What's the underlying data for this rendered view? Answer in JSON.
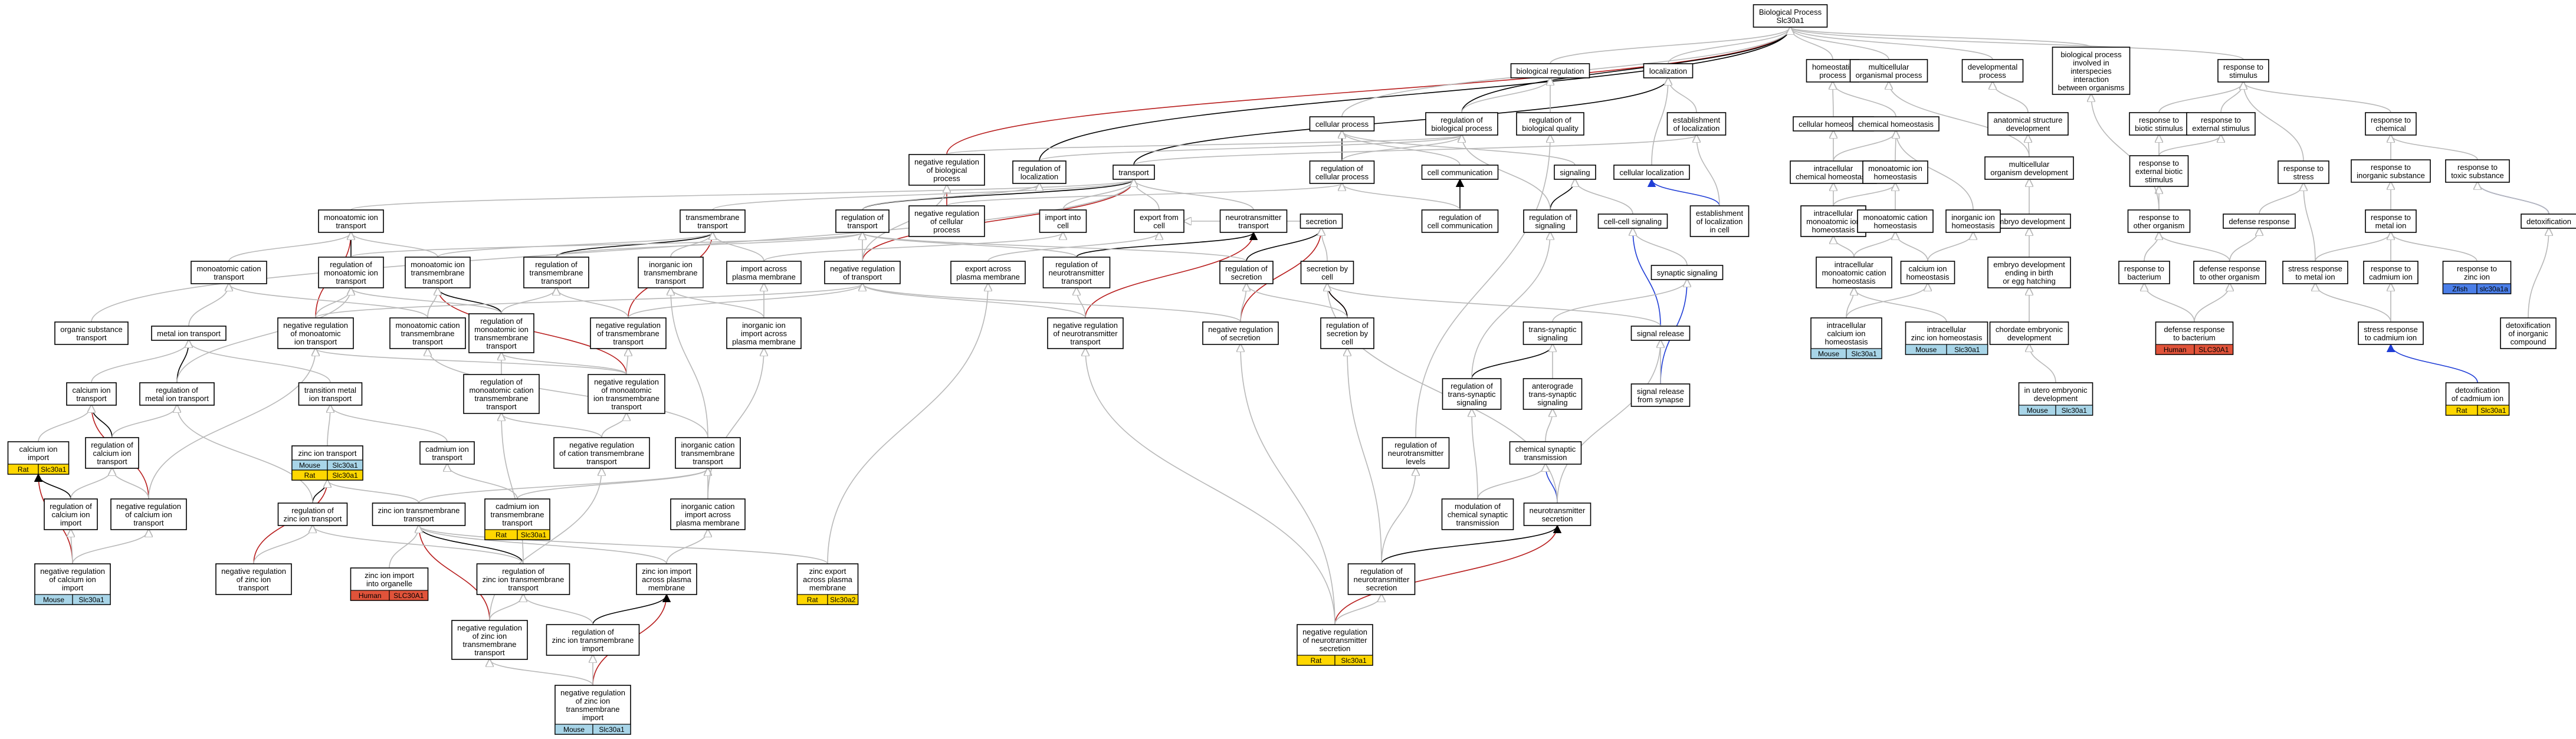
{
  "title": "Biological Process Slc30a1",
  "colors": {
    "gray": "#b8b8b8",
    "black": "#000000",
    "red": "#b71c1c",
    "blue": "#1f3dd6",
    "Rat": "#ffd700",
    "Mouse": "#a8d5e8",
    "Human": "#e0533a",
    "Zfish": "#4a7ee8"
  },
  "nodes": [
    {
      "id": "bp",
      "lines": [
        "Biological Process",
        "Slc30a1"
      ]
    },
    {
      "id": "bioreg",
      "lines": [
        "biological regulation"
      ]
    },
    {
      "id": "localization",
      "lines": [
        "localization"
      ]
    },
    {
      "id": "homeo",
      "lines": [
        "homeostatic",
        "process"
      ]
    },
    {
      "id": "multiorg",
      "lines": [
        "multicellular",
        "organismal process"
      ]
    },
    {
      "id": "devproc",
      "lines": [
        "developmental",
        "process"
      ]
    },
    {
      "id": "interspec",
      "lines": [
        "biological process",
        "involved in",
        "interspecies",
        "interaction",
        "between organisms"
      ]
    },
    {
      "id": "respstim",
      "lines": [
        "response to",
        "stimulus"
      ]
    },
    {
      "id": "cellproc",
      "lines": [
        "cellular process"
      ]
    },
    {
      "id": "regbioproc",
      "lines": [
        "regulation of",
        "biological process"
      ]
    },
    {
      "id": "regbioqual",
      "lines": [
        "regulation of",
        "biological quality"
      ]
    },
    {
      "id": "estloc",
      "lines": [
        "establishment",
        "of localization"
      ]
    },
    {
      "id": "cellhomeo",
      "lines": [
        "cellular homeostasis"
      ]
    },
    {
      "id": "chemhomeo",
      "lines": [
        "chemical homeostasis"
      ]
    },
    {
      "id": "anatdev",
      "lines": [
        "anatomical structure",
        "development"
      ]
    },
    {
      "id": "multidev",
      "lines": [
        "multicellular",
        "organism development"
      ]
    },
    {
      "id": "resp_biotic",
      "lines": [
        "response to",
        "biotic stimulus"
      ]
    },
    {
      "id": "resp_extbiotic",
      "lines": [
        "response to",
        "external biotic",
        "stimulus"
      ]
    },
    {
      "id": "resp_chem",
      "lines": [
        "response to",
        "chemical"
      ]
    },
    {
      "id": "resp_inorg",
      "lines": [
        "response to",
        "inorganic substance"
      ]
    },
    {
      "id": "resp_toxic",
      "lines": [
        "response to",
        "toxic substance"
      ]
    },
    {
      "id": "resp_ext",
      "lines": [
        "response to",
        "external stimulus"
      ]
    },
    {
      "id": "negregbio",
      "lines": [
        "negative regulation",
        "of biological",
        "process"
      ]
    },
    {
      "id": "regloc",
      "lines": [
        "regulation of",
        "localization"
      ]
    },
    {
      "id": "transport",
      "lines": [
        "transport"
      ]
    },
    {
      "id": "regcellproc",
      "lines": [
        "regulation of",
        "cellular process"
      ]
    },
    {
      "id": "cellcomm",
      "lines": [
        "cell communication"
      ]
    },
    {
      "id": "signaling",
      "lines": [
        "signaling"
      ]
    },
    {
      "id": "cellloc",
      "lines": [
        "cellular localization"
      ]
    },
    {
      "id": "estlocincell",
      "lines": [
        "establishment",
        "of localization",
        "in cell"
      ]
    },
    {
      "id": "icchemhomeo",
      "lines": [
        "intracellular",
        "chemical homeostasis"
      ]
    },
    {
      "id": "monoionhomeo",
      "lines": [
        "monoatomic ion",
        "homeostasis"
      ]
    },
    {
      "id": "embdev",
      "lines": [
        "embryo development"
      ]
    },
    {
      "id": "resp_stress",
      "lines": [
        "response to",
        "stress"
      ]
    },
    {
      "id": "resp_other",
      "lines": [
        "response to",
        "other organism"
      ]
    },
    {
      "id": "resp_metal",
      "lines": [
        "response to",
        "metal ion"
      ]
    },
    {
      "id": "detox",
      "lines": [
        "detoxification"
      ]
    },
    {
      "id": "negregcell",
      "lines": [
        "negative regulation",
        "of cellular",
        "process"
      ]
    },
    {
      "id": "importcell",
      "lines": [
        "import into",
        "cell"
      ]
    },
    {
      "id": "exportcell",
      "lines": [
        "export from",
        "cell"
      ]
    },
    {
      "id": "ntransport",
      "lines": [
        "neurotransmitter",
        "transport"
      ]
    },
    {
      "id": "secretion",
      "lines": [
        "secretion"
      ]
    },
    {
      "id": "regcellcomm",
      "lines": [
        "regulation of",
        "cell communication"
      ]
    },
    {
      "id": "regsignal",
      "lines": [
        "regulation of",
        "signaling"
      ]
    },
    {
      "id": "cellcellsig",
      "lines": [
        "cell-cell signaling"
      ]
    },
    {
      "id": "icmonoionhomeo",
      "lines": [
        "intracellular",
        "monoatomic ion",
        "homeostasis"
      ]
    },
    {
      "id": "monocationhomeo",
      "lines": [
        "monoatomic cation",
        "homeostasis"
      ]
    },
    {
      "id": "inorgionhomeo",
      "lines": [
        "inorganic ion",
        "homeostasis"
      ]
    },
    {
      "id": "defresp",
      "lines": [
        "defense response"
      ]
    },
    {
      "id": "monoiontrans",
      "lines": [
        "monoatomic ion",
        "transport"
      ]
    },
    {
      "id": "tmtransport",
      "lines": [
        "transmembrane",
        "transport"
      ]
    },
    {
      "id": "regtransport",
      "lines": [
        "regulation of",
        "transport"
      ]
    },
    {
      "id": "negregtransport",
      "lines": [
        "negative regulation",
        "of transport"
      ]
    },
    {
      "id": "exportacrosspm",
      "lines": [
        "export across",
        "plasma membrane"
      ]
    },
    {
      "id": "regntransport",
      "lines": [
        "regulation of",
        "neurotransmitter",
        "transport"
      ]
    },
    {
      "id": "regsecretion",
      "lines": [
        "regulation of",
        "secretion"
      ]
    },
    {
      "id": "secbycell",
      "lines": [
        "secretion by",
        "cell"
      ]
    },
    {
      "id": "synsignal",
      "lines": [
        "synaptic signaling"
      ]
    },
    {
      "id": "iccationhomeo",
      "lines": [
        "intracellular",
        "monoatomic cation",
        "homeostasis"
      ]
    },
    {
      "id": "calhomeo",
      "lines": [
        "calcium ion",
        "homeostasis"
      ]
    },
    {
      "id": "embdevhatch",
      "lines": [
        "embryo development",
        "ending in birth",
        "or egg hatching"
      ]
    },
    {
      "id": "resp_bact",
      "lines": [
        "response to",
        "bacterium"
      ]
    },
    {
      "id": "defother",
      "lines": [
        "defense response",
        "to other organism"
      ]
    },
    {
      "id": "stressmetal",
      "lines": [
        "stress response",
        "to metal ion"
      ]
    },
    {
      "id": "resp_cd",
      "lines": [
        "response to",
        "cadmium ion"
      ]
    },
    {
      "id": "resp_zn",
      "lines": [
        "response to",
        "zinc ion"
      ],
      "tag": [
        "Zfish",
        "slc30a1a"
      ]
    },
    {
      "id": "detoxinorg",
      "lines": [
        "detoxification",
        "of inorganic",
        "compound"
      ]
    },
    {
      "id": "monocationtrans",
      "lines": [
        "monoatomic cation",
        "transport"
      ]
    },
    {
      "id": "regmonoiontrans",
      "lines": [
        "regulation of",
        "monoatomic ion",
        "transport"
      ]
    },
    {
      "id": "monoiontmtrans",
      "lines": [
        "monoatomic ion",
        "transmembrane",
        "transport"
      ]
    },
    {
      "id": "regtmtrans",
      "lines": [
        "regulation of",
        "transmembrane",
        "transport"
      ]
    },
    {
      "id": "inorgiontm",
      "lines": [
        "inorganic ion",
        "transmembrane",
        "transport"
      ]
    },
    {
      "id": "importacrosspm",
      "lines": [
        "import across",
        "plasma membrane"
      ]
    },
    {
      "id": "negregntrans",
      "lines": [
        "negative regulation",
        "of neurotransmitter",
        "transport"
      ]
    },
    {
      "id": "negregsecretion",
      "lines": [
        "negative regulation",
        "of secretion"
      ]
    },
    {
      "id": "regsecbycell",
      "lines": [
        "regulation of",
        "secretion by",
        "cell"
      ]
    },
    {
      "id": "signalrelease",
      "lines": [
        "signal release"
      ]
    },
    {
      "id": "icCa",
      "lines": [
        "intracellular",
        "calcium ion",
        "homeostasis"
      ],
      "tag": [
        "Mouse",
        "Slc30a1"
      ]
    },
    {
      "id": "icZn",
      "lines": [
        "intracellular",
        "zinc ion homeostasis"
      ],
      "tag": [
        "Mouse",
        "Slc30a1"
      ]
    },
    {
      "id": "chordemb",
      "lines": [
        "chordate embryonic",
        "development"
      ]
    },
    {
      "id": "defbact",
      "lines": [
        "defense response",
        "to bacterium"
      ],
      "tag": [
        "Human",
        "SLC30A1"
      ]
    },
    {
      "id": "stresscd",
      "lines": [
        "stress response",
        "to cadmium ion"
      ]
    },
    {
      "id": "orgsubtrans",
      "lines": [
        "organic substance",
        "transport"
      ]
    },
    {
      "id": "metaliontrans",
      "lines": [
        "metal ion transport"
      ]
    },
    {
      "id": "negregmonoion",
      "lines": [
        "negative regulation",
        "of monoatomic",
        "ion transport"
      ]
    },
    {
      "id": "monocationtm",
      "lines": [
        "monoatomic cation",
        "transmembrane",
        "transport"
      ]
    },
    {
      "id": "regmonoiontm",
      "lines": [
        "regulation of",
        "monoatomic ion",
        "transmembrane",
        "transport"
      ]
    },
    {
      "id": "negregtmtrans",
      "lines": [
        "negative regulation",
        "of transmembrane",
        "transport"
      ]
    },
    {
      "id": "inorgionimport",
      "lines": [
        "inorganic ion",
        "import across",
        "plasma membrane"
      ]
    },
    {
      "id": "transsyn",
      "lines": [
        "trans-synaptic",
        "signaling"
      ]
    },
    {
      "id": "sigrelsyn",
      "lines": [
        "signal release",
        "from synapse"
      ]
    },
    {
      "id": "calcium_trans",
      "lines": [
        "calcium ion",
        "transport"
      ]
    },
    {
      "id": "regmetaliontrans",
      "lines": [
        "regulation of",
        "metal ion transport"
      ]
    },
    {
      "id": "regmonocationtm",
      "lines": [
        "regulation of",
        "monoatomic cation",
        "transmembrane",
        "transport"
      ]
    },
    {
      "id": "negregmonoiontm",
      "lines": [
        "negative regulation",
        "of monoatomic",
        "ion transmembrane",
        "transport"
      ]
    },
    {
      "id": "transmetaltrans",
      "lines": [
        "transition metal",
        "ion transport"
      ]
    },
    {
      "id": "regtranssyn",
      "lines": [
        "regulation of",
        "trans-synaptic",
        "signaling"
      ]
    },
    {
      "id": "anterograde",
      "lines": [
        "anterograde",
        "trans-synaptic",
        "signaling"
      ]
    },
    {
      "id": "uterodev",
      "lines": [
        "in utero embryonic",
        "development"
      ],
      "tag": [
        "Mouse",
        "Slc30a1"
      ]
    },
    {
      "id": "detoxcd",
      "lines": [
        "detoxification",
        "of cadmium ion"
      ],
      "tag": [
        "Rat",
        "Slc30a1"
      ]
    },
    {
      "id": "caimport",
      "lines": [
        "calcium ion",
        "import"
      ],
      "tag": [
        "Rat",
        "Slc30a1"
      ]
    },
    {
      "id": "regcatrans",
      "lines": [
        "regulation of",
        "calcium ion",
        "transport"
      ]
    },
    {
      "id": "zntrans",
      "lines": [
        "zinc ion transport"
      ],
      "tags": [
        [
          "Mouse",
          "Slc30a1"
        ],
        [
          "Rat",
          "Slc30a1"
        ]
      ]
    },
    {
      "id": "cdtrans",
      "lines": [
        "cadmium ion",
        "transport"
      ]
    },
    {
      "id": "negregcationtm",
      "lines": [
        "negative regulation",
        "of cation transmembrane",
        "transport"
      ]
    },
    {
      "id": "regntlevels",
      "lines": [
        "regulation of",
        "neurotransmitter",
        "levels"
      ]
    },
    {
      "id": "chemsyn",
      "lines": [
        "chemical synaptic",
        "transmission"
      ]
    },
    {
      "id": "inorgcationtm",
      "lines": [
        "inorganic cation",
        "transmembrane",
        "transport"
      ]
    },
    {
      "id": "regcaimport",
      "lines": [
        "regulation of",
        "calcium ion",
        "import"
      ]
    },
    {
      "id": "negregcatrans",
      "lines": [
        "negative regulation",
        "of calcium ion",
        "transport"
      ]
    },
    {
      "id": "regzntrans",
      "lines": [
        "regulation of",
        "zinc ion transport"
      ]
    },
    {
      "id": "cdtmtrans",
      "lines": [
        "cadmium ion",
        "transmembrane",
        "transport"
      ],
      "tag": [
        "Rat",
        "Slc30a1"
      ]
    },
    {
      "id": "modchemsyn",
      "lines": [
        "modulation of",
        "chemical synaptic",
        "transmission"
      ]
    },
    {
      "id": "ntsecretion",
      "lines": [
        "neurotransmitter",
        "secretion"
      ]
    },
    {
      "id": "zntmtrans",
      "lines": [
        "zinc ion transmembrane",
        "transport"
      ]
    },
    {
      "id": "inorgcationimport",
      "lines": [
        "inorganic cation",
        "import across",
        "plasma membrane"
      ]
    },
    {
      "id": "negregcaimport",
      "lines": [
        "negative regulation",
        "of calcium ion",
        "import"
      ],
      "tag": [
        "Mouse",
        "Slc30a1"
      ]
    },
    {
      "id": "negregzntrans",
      "lines": [
        "negative regulation",
        "of zinc ion",
        "transport"
      ]
    },
    {
      "id": "znimportorg",
      "lines": [
        "zinc ion import",
        "into organelle"
      ],
      "tag": [
        "Human",
        "SLC30A1"
      ]
    },
    {
      "id": "regzntm",
      "lines": [
        "regulation of",
        "zinc ion transmembrane",
        "transport"
      ]
    },
    {
      "id": "znimportpm",
      "lines": [
        "zinc ion import",
        "across plasma",
        "membrane"
      ]
    },
    {
      "id": "znexport",
      "lines": [
        "zinc export",
        "across plasma",
        "membrane"
      ],
      "tag": [
        "Rat",
        "Slc30a2"
      ]
    },
    {
      "id": "regntsec",
      "lines": [
        "regulation of",
        "neurotransmitter",
        "secretion"
      ]
    },
    {
      "id": "negregzntm",
      "lines": [
        "negative regulation",
        "of zinc ion",
        "transmembrane",
        "transport"
      ]
    },
    {
      "id": "regznimport",
      "lines": [
        "regulation of",
        "zinc ion transmembrane",
        "import"
      ]
    },
    {
      "id": "negregntsec",
      "lines": [
        "negative regulation",
        "of neurotransmitter",
        "secretion"
      ],
      "tag": [
        "Rat",
        "Slc30a1"
      ]
    },
    {
      "id": "negregznimport",
      "lines": [
        "negative regulation",
        "of zinc ion",
        "transmembrane",
        "import"
      ],
      "tag": [
        "Mouse",
        "Slc30a1"
      ]
    }
  ]
}
